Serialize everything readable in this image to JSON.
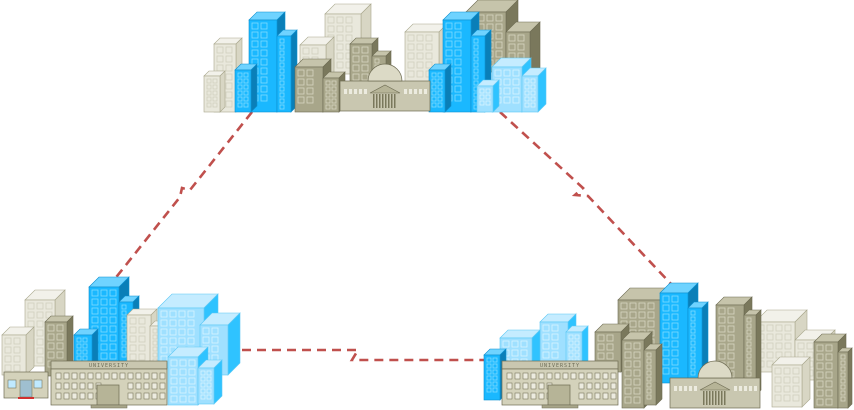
{
  "diagram": {
    "nodes": [
      {
        "id": "city-top",
        "label": "",
        "has_university": false
      },
      {
        "id": "city-bottom-left",
        "label": "",
        "has_university": true,
        "building_sign": "UNIVERSITY"
      },
      {
        "id": "city-bottom-right",
        "label": "",
        "has_university": true,
        "building_sign": "UNIVERSITY"
      }
    ],
    "links": [
      {
        "from": "city-top",
        "to": "city-bottom-left",
        "style": "dashed-lightning"
      },
      {
        "from": "city-top",
        "to": "city-bottom-right",
        "style": "dashed-lightning"
      },
      {
        "from": "city-bottom-left",
        "to": "city-bottom-right",
        "style": "dashed-lightning"
      }
    ],
    "colors": {
      "link": "#c0504d",
      "building_blue": "#1ab8ff",
      "building_light_blue": "#9fe0ff",
      "building_beige": "#d8d6c4",
      "building_olive": "#a8a68a"
    }
  }
}
